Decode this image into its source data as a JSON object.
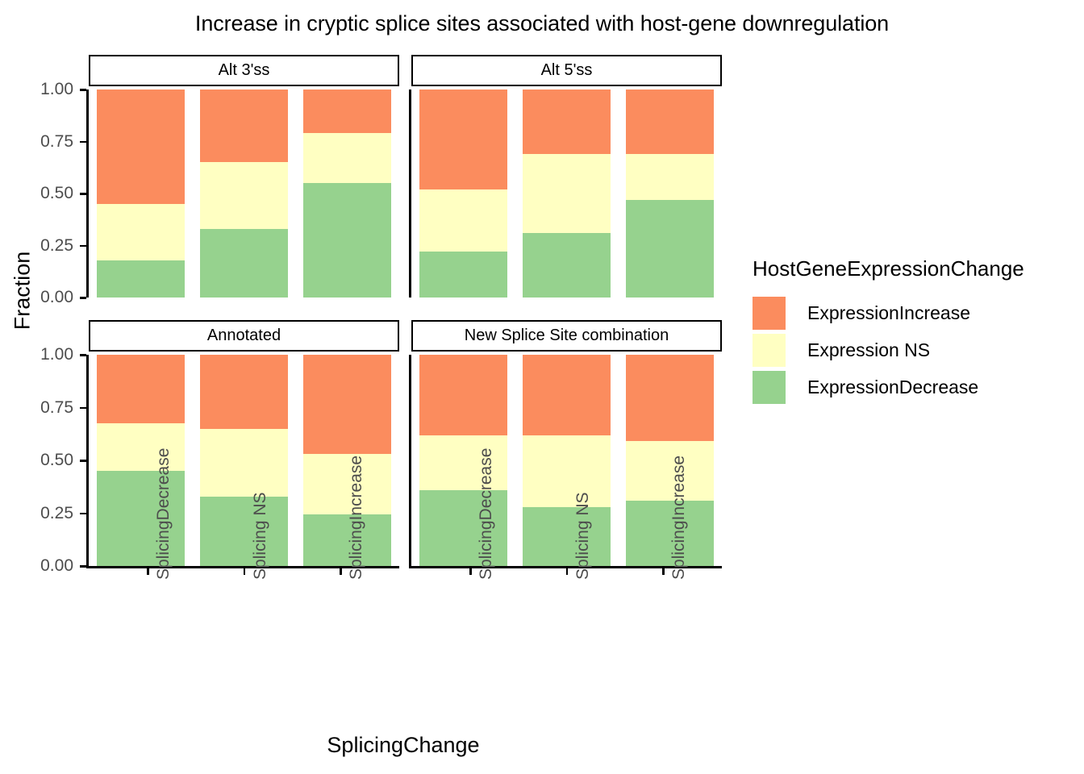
{
  "chart_data": {
    "type": "bar",
    "subtype": "stacked-proportional",
    "title": "Increase in cryptic splice sites associated with host-gene downregulation",
    "xlabel": "SplicingChange",
    "ylabel": "Fraction",
    "ylim": [
      0,
      1
    ],
    "ytick_labels": [
      "0.00",
      "0.25",
      "0.50",
      "0.75",
      "1.00"
    ],
    "ytick_values": [
      0,
      0.25,
      0.5,
      0.75,
      1
    ],
    "grid": false,
    "legend_position": "right",
    "legend_title": "HostGeneExpressionChange",
    "categories": [
      "SplicingDecrease",
      "Splicing NS",
      "SplicingIncrease"
    ],
    "series": [
      {
        "name": "ExpressionIncrease",
        "color": "#FB8C5E"
      },
      {
        "name": "Expression NS",
        "color": "#FFFFC2"
      },
      {
        "name": "ExpressionDecrease",
        "color": "#96D28E"
      }
    ],
    "facets": [
      {
        "label": "Alt 3'ss",
        "row": 0,
        "col": 0,
        "values": {
          "ExpressionDecrease": [
            0.18,
            0.33,
            0.55
          ],
          "Expression NS": [
            0.27,
            0.32,
            0.24
          ],
          "ExpressionIncrease": [
            0.55,
            0.35,
            0.21
          ]
        }
      },
      {
        "label": "Alt 5'ss",
        "row": 0,
        "col": 1,
        "values": {
          "ExpressionDecrease": [
            0.22,
            0.31,
            0.47
          ],
          "Expression NS": [
            0.3,
            0.38,
            0.22
          ],
          "ExpressionIncrease": [
            0.48,
            0.31,
            0.31
          ]
        }
      },
      {
        "label": "Annotated",
        "row": 1,
        "col": 0,
        "values": {
          "ExpressionDecrease": [
            0.45,
            0.33,
            0.245
          ],
          "Expression NS": [
            0.225,
            0.32,
            0.285
          ],
          "ExpressionIncrease": [
            0.325,
            0.35,
            0.47
          ]
        }
      },
      {
        "label": "New Splice Site combination",
        "row": 1,
        "col": 1,
        "values": {
          "ExpressionDecrease": [
            0.36,
            0.28,
            0.31
          ],
          "Expression NS": [
            0.26,
            0.34,
            0.28
          ],
          "ExpressionIncrease": [
            0.38,
            0.38,
            0.41
          ]
        }
      }
    ]
  },
  "title": "Increase in cryptic splice sites associated with host-gene downregulation",
  "axes": {
    "y_title": "Fraction",
    "x_title": "SplicingChange",
    "y_ticks": [
      "1.00",
      "0.75",
      "0.50",
      "0.25",
      "0.00"
    ],
    "x_ticks": [
      "SplicingDecrease",
      "Splicing NS",
      "SplicingIncrease"
    ]
  },
  "facet_labels": {
    "top_left": "Alt 3'ss",
    "top_right": "Alt 5'ss",
    "bottom_left": "Annotated",
    "bottom_right": "New Splice Site combination"
  },
  "legend": {
    "title": "HostGeneExpressionChange",
    "items": [
      {
        "label": "ExpressionIncrease",
        "color": "#FB8C5E"
      },
      {
        "label": "Expression NS",
        "color": "#FFFFC2"
      },
      {
        "label": "ExpressionDecrease",
        "color": "#96D28E"
      }
    ]
  }
}
